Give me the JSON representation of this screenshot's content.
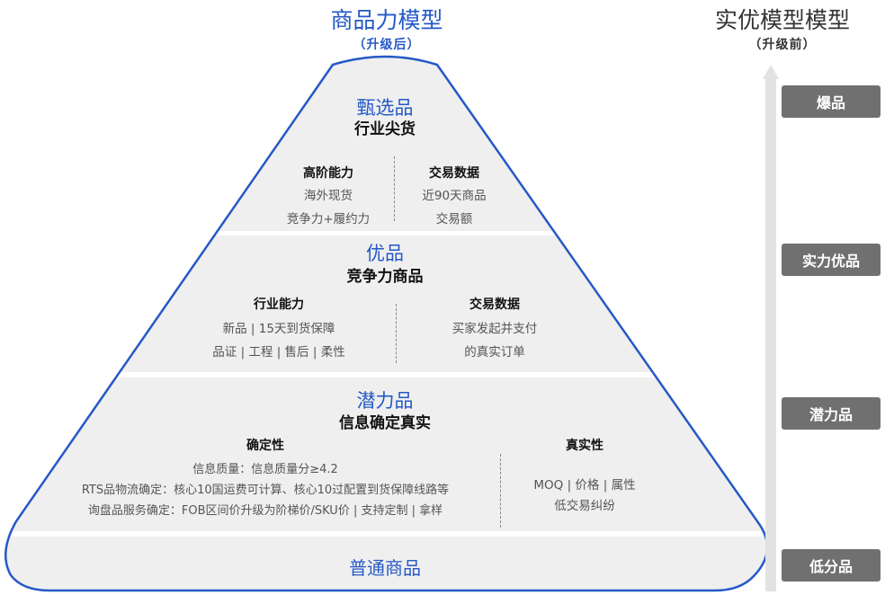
{
  "header": {
    "new_model_title": "商品力模型",
    "new_model_subtitle": "（升级后）",
    "old_model_title": "实优模型模型",
    "old_model_subtitle": "（升级前）"
  },
  "colors": {
    "outline": "#2559c7",
    "tier_fill": "#efefef",
    "badge": "#707070",
    "arrow": "#e2e2e2"
  },
  "pyramid": {
    "tier1": {
      "name": "甄选品",
      "desc": "行业尖货",
      "left": {
        "head": "高阶能力",
        "lines": [
          "海外现货",
          "竞争力+履约力"
        ]
      },
      "right": {
        "head": "交易数据",
        "lines": [
          "近90天商品",
          "交易额"
        ]
      }
    },
    "tier2": {
      "name": "优品",
      "desc": "竞争力商品",
      "left": {
        "head": "行业能力",
        "lines": [
          "新品 | 15天到货保障",
          "品证 | 工程 | 售后 | 柔性"
        ]
      },
      "right": {
        "head": "交易数据",
        "lines": [
          "买家发起并支付",
          "的真实订单"
        ]
      }
    },
    "tier3": {
      "name": "潜力品",
      "desc": "信息确定真实",
      "left": {
        "head": "确定性",
        "lines": [
          "信息质量：信息质量分≥4.2",
          "RTS品物流确定：核心10国运费可计算、核心10过配置到货保障线路等",
          "询盘品服务确定：FOB区间价升级为阶梯价/SKU价 | 支持定制 | 拿样"
        ]
      },
      "right": {
        "head": "真实性",
        "lines": [
          "MOQ | 价格 | 属性",
          "低交易纠纷"
        ]
      }
    },
    "base": {
      "name": "普通商品"
    }
  },
  "legacy_levels": [
    "爆品",
    "实力优品",
    "潜力品",
    "低分品"
  ]
}
